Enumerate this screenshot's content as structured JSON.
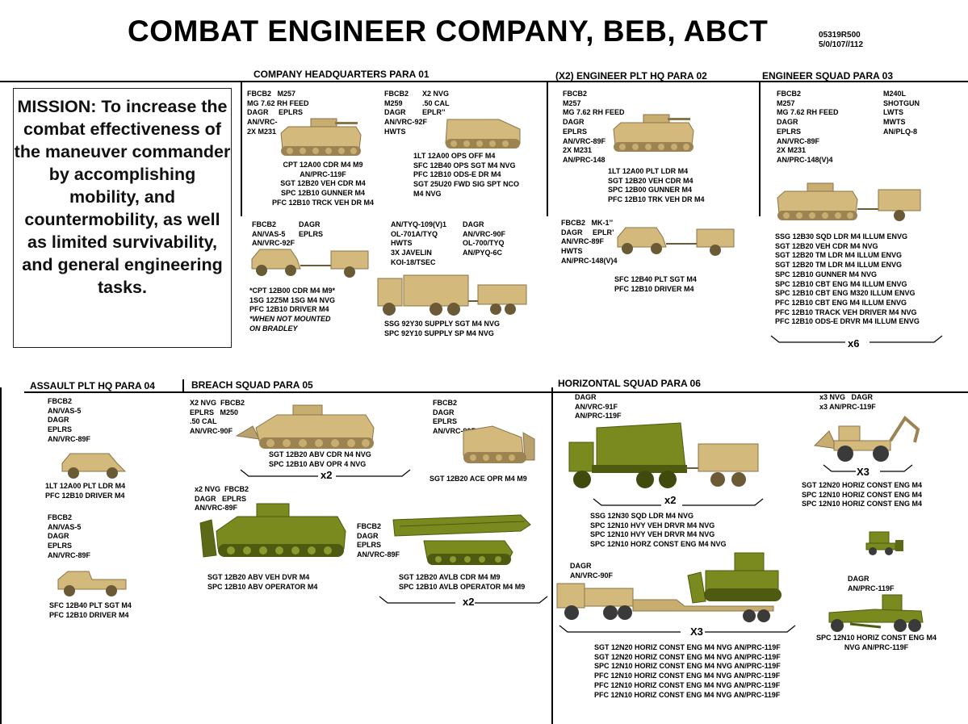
{
  "title": "COMBAT ENGINEER COMPANY, BEB, ABCT",
  "doc_code": "05319R500",
  "doc_strength": "5/0/107//112",
  "mission": "MISSION: To increase the combat effectiveness of the maneuver commander by accomplishing mobility, and countermobility, as well as limited survivability, and general engineering tasks.",
  "headers": {
    "company_hq": "COMPANY HEADQUARTERS  PARA 01",
    "eng_plt_hq": "(X2) ENGINEER PLT HQ  PARA 02",
    "eng_squad": "ENGINEER SQUAD  PARA 03",
    "assault_plt_hq": "ASSAULT PLT HQ  PARA 04",
    "breach_squad": "BREACH SQUAD  PARA 05",
    "horizontal_squad": "HORIZONTAL SQUAD  PARA 06"
  },
  "company_hq": {
    "bradley_equip_a": "FBCB2   M257\nMG 7.62 RH FEED\nDAGR     EPLRS\nAN/VRC-\n2X M231",
    "bradley_crew": "CPT 12A00 CDR M4 M9\nAN/PRC-119F\nSGT 12B20 VEH CDR M4\nSPC 12B10 GUNNER M4\nPFC 12B10 TRCK VEH DR M4",
    "m113_equip_a": "FBCB2\nM259\nDAGR\nAN/VRC-92F\nHWTS",
    "m113_equip_b": "X2 NVG\n.50 CAL\nEPLR’’",
    "m113_crew": "1LT 12A00 OPS OFF M4\nSFC 12B40 OPS SGT M4 NVG\nPFC 12B10 ODS-E DR M4\nSGT 25U20 FWD SIG SPT NCO\nM4 NVG",
    "hmmwv_equip_a": "FBCB2\nAN/VAS-5\nAN/VRC-92F",
    "hmmwv_equip_b": "DAGR\nEPLRS",
    "hmmwv_crew": "*CPT 12B00 CDR M4 M9*\n1SG 12Z5M 1SG M4 NVG\nPFC 12B10 DRIVER M4",
    "hmmwv_note": "*WHEN NOT MOUNTED\nON BRADLEY",
    "truck_equip_a": "AN/TYQ-109(V)1\nOL-701A/TYQ\nHWTS\n3X JAVELIN\nKOI-18/TSEC",
    "truck_equip_b": "DAGR\nAN/VRC-90F\nOL-700/TYQ\nAN/PYQ-6C",
    "truck_crew": "SSG 92Y30 SUPPLY SGT M4 NVG\nSPC 92Y10 SUPPLY SP M4 NVG"
  },
  "eng_plt_hq": {
    "bradley_equip": "FBCB2\nM257\nMG 7.62 RH FEED\nDAGR\nEPLRS\nAN/VRC-89F\n2X M231\nAN/PRC-148",
    "bradley_crew": "1LT 12A00 PLT LDR M4\nSGT 12B20 VEH CDR M4\nSPC 12B00 GUNNER M4\nPFC 12B10 TRK VEH DR M4",
    "hmmwv_equip": "FBCB2   MK-1’’\nDAGR     EPLR’\nAN/VRC-89F\nHWTS\nAN/PRC-148(V)4",
    "hmmwv_crew": "SFC 12B40 PLT SGT M4\nPFC 12B10 DRIVER M4"
  },
  "eng_squad": {
    "equip_a": "FBCB2\nM257\nMG 7.62 RH FEED\nDAGR\nEPLRS\nAN/VRC-89F\n2X M231\nAN/PRC-148(V)4",
    "equip_b": "M240L\nSHOTGUN\nLWTS\nMWTS\nAN/PLQ-8",
    "crew": "SSG 12B30 SQD LDR M4 ILLUM ENVG\nSGT 12B20 VEH CDR M4 NVG\nSGT 12B20 TM LDR M4 ILLUM ENVG\nSGT 12B20 TM LDR M4 ILLUM ENVG\nSPC 12B10 GUNNER M4 NVG\nSPC 12B10 CBT ENG M4 ILLUM ENVG\nSPC 12B10 CBT ENG M320 ILLUM ENVG\nPFC 12B10 CBT ENG M4 ILLUM ENVG\nPFC 12B10 TRACK VEH DRIVER M4 NVG\nPFC 12B10 ODS-E DRVR M4 ILLUM ENVG",
    "mult": "x6"
  },
  "assault_plt_hq": {
    "hmmwv1_equip": "FBCB2\nAN/VAS-5\nDAGR\nEPLRS\nAN/VRC-89F",
    "hmmwv1_crew": "1LT 12A00 PLT LDR M4\nPFC 12B10 DRIVER M4",
    "hmmwv2_equip": "FBCB2\nAN/VAS-5\nDAGR\nEPLRS\nAN/VRC-89F",
    "hmmwv2_crew": "SFC 12B40 PLT SGT M4\nPFC 12B10 DRIVER M4"
  },
  "breach_squad": {
    "abv1_equip": "X2 NVG  FBCB2\nEPLRS   M250\n.50 CAL\nAN/VRC-90F",
    "abv1_crew": "SGT 12B20 ABV CDR N4 NVG\nSPC 12B10 ABV OPR 4 NVG",
    "abv1_mult": "x2",
    "ace_equip": "FBCB2\nDAGR\nEPLRS\nAN/VRC-90F",
    "ace_crew": "SGT 12B20 ACE OPR M4 M9",
    "abv2_equip": "x2 NVG  FBCB2\nDAGR   EPLRS\nAN/VRC-89F",
    "abv2_crew": "SGT 12B20 ABV VEH DVR M4\nSPC 12B10 ABV OPERATOR M4",
    "avlb_equip": "FBCB2\nDAGR\nEPLRS\nAN/VRC-89F",
    "avlb_crew": "SGT 12B20 AVLB CDR M4 M9\nSPC 12B10 AVLB OPERATOR M4 M9",
    "avlb_mult": "x2"
  },
  "horizontal_squad": {
    "dump_equip": "DAGR\nAN/VRC-91F\nAN/PRC-119F",
    "dump_mult": "x2",
    "dump_crew": "SSG 12N30 SQD LDR M4 NVG\nSPC 12N10 HVY VEH DRVR M4 NVG\nSPC 12N10 HVY VEH DRVR M4 NVG\nSPC 12N10 HORZ CONST ENG M4 NVG",
    "backhoe_equip": "x3 NVG   DAGR\nx3 AN/PRC-119F",
    "backhoe_mult": "X3",
    "backhoe_crew": "SGT 12N20 HORIZ CONST ENG M4\nSPC 12N10 HORIZ CONST ENG M4\nSPC 12N10 HORIZ CONST ENG M4",
    "dozer_equip": "DAGR\nAN/VRC-90F",
    "dozer_mult": "X3",
    "dozer_crew": "SGT 12N20 HORIZ CONST ENG M4 NVG AN/PRC-119F\nSGT 12N20 HORIZ CONST ENG M4 NVG AN/PRC-119F\nSPC 12N10 HORIZ CONST ENG M4 NVG AN/PRC-119F\nPFC 12N10 HORIZ CONST ENG M4 NVG AN/PRC-119F\nPFC 12N10 HORIZ CONST ENG M4 NVG AN/PRC-119F\nPFC 12N10 HORIZ CONST ENG M4 NVG AN/PRC-119F",
    "grader_equip": "DAGR\nAN/PRC-119F",
    "grader_crew": "SPC 12N10 HORIZ CONST ENG M4\nNVG AN/PRC-119F"
  },
  "colors": {
    "tan": "#d4b97c",
    "tan_dark": "#9c8352",
    "olive": "#7a8a1e",
    "olive_dark": "#4d5a10"
  }
}
